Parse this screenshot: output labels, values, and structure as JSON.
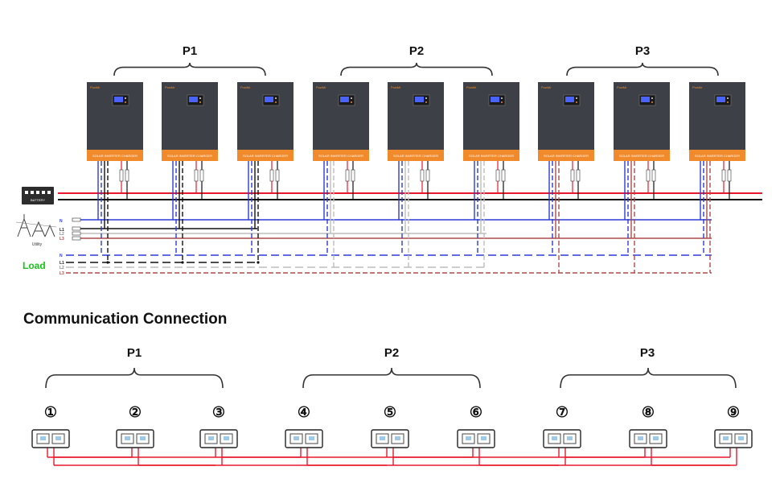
{
  "power_section": {
    "groups": [
      {
        "label": "P1"
      },
      {
        "label": "P2"
      },
      {
        "label": "P3"
      }
    ],
    "inverter": {
      "brand": "PowMr",
      "strip_text": "SOLAR INVERTER CHARGER"
    },
    "battery_label": "BATTERY",
    "grid_label": "Utility",
    "grid_lines": [
      "N",
      "L1",
      "L2",
      "L3"
    ],
    "load_label": "Load",
    "load_lines": [
      "N",
      "L1",
      "L2",
      "L3"
    ]
  },
  "communication": {
    "heading": "Communication Connection",
    "groups": [
      {
        "label": "P1"
      },
      {
        "label": "P2"
      },
      {
        "label": "P3"
      }
    ],
    "units": [
      "①",
      "②",
      "③",
      "④",
      "⑤",
      "⑥",
      "⑦",
      "⑧",
      "⑨"
    ]
  },
  "colors": {
    "inverter_body": "#3d4147",
    "inverter_strip": "#f08a2a",
    "battery_pos": "#e8192c",
    "battery_neg": "#111111",
    "neutral": "#2b3bd6",
    "l1": "#111111",
    "l2": "#bdbdbd",
    "l3": "#b04a4a",
    "comm_cable": "#e8192c",
    "load_text": "#18c21a"
  }
}
